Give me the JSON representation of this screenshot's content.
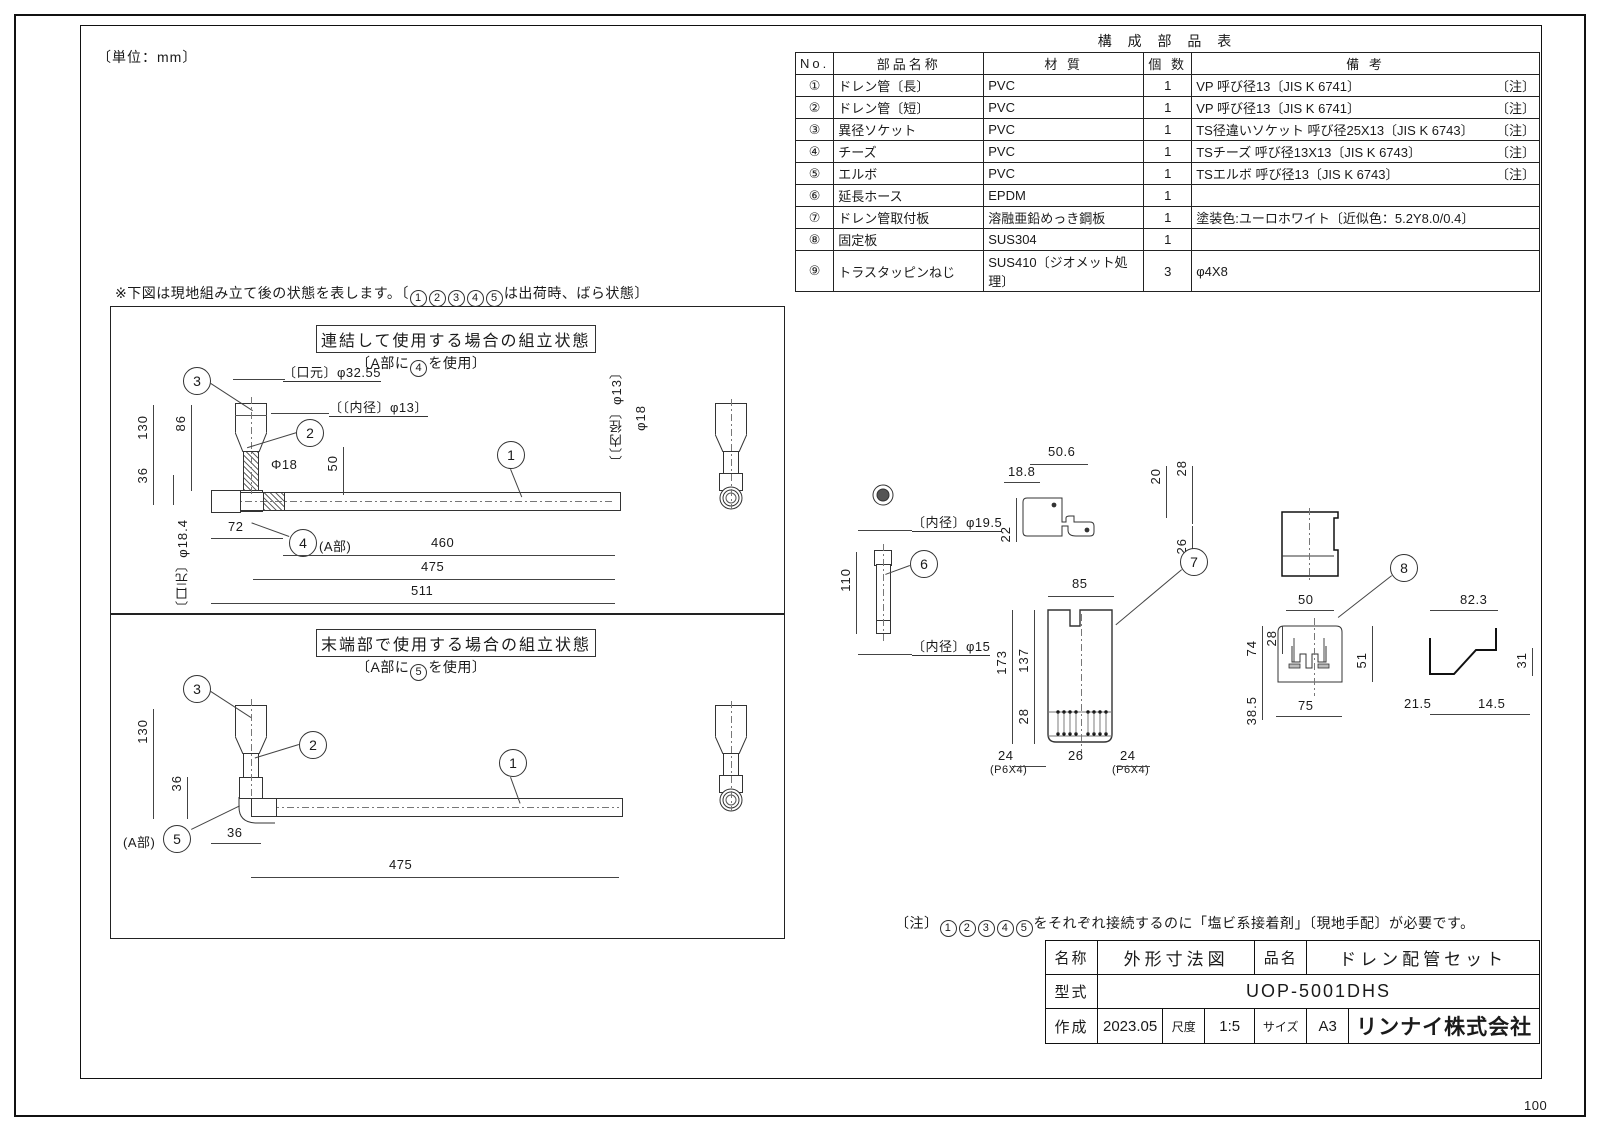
{
  "sheet": {
    "unit_note": "〔単位：mm〕",
    "page_number": "100"
  },
  "parts_table": {
    "title": "構 成 部 品 表",
    "columns": [
      "No.",
      "部品名称",
      "材  質",
      "個 数",
      "備     考"
    ],
    "rows": [
      {
        "no": "①",
        "name": "ドレン管〔長〕",
        "material": "PVC",
        "qty": "1",
        "remark": "VP 呼び径13〔JIS K 6741〕",
        "note": "〔注〕"
      },
      {
        "no": "②",
        "name": "ドレン管〔短〕",
        "material": "PVC",
        "qty": "1",
        "remark": "VP 呼び径13〔JIS K 6741〕",
        "note": "〔注〕"
      },
      {
        "no": "③",
        "name": "異径ソケット",
        "material": "PVC",
        "qty": "1",
        "remark": "TS径違いソケット 呼び径25X13〔JIS K 6743〕",
        "note": "〔注〕"
      },
      {
        "no": "④",
        "name": "チーズ",
        "material": "PVC",
        "qty": "1",
        "remark": "TSチーズ 呼び径13X13〔JIS K 6743〕",
        "note": "〔注〕"
      },
      {
        "no": "⑤",
        "name": "エルボ",
        "material": "PVC",
        "qty": "1",
        "remark": "TSエルボ 呼び径13〔JIS K 6743〕",
        "note": "〔注〕"
      },
      {
        "no": "⑥",
        "name": "延長ホース",
        "material": "EPDM",
        "qty": "1",
        "remark": "",
        "note": ""
      },
      {
        "no": "⑦",
        "name": "ドレン管取付板",
        "material": "溶融亜鉛めっき鋼板",
        "qty": "1",
        "remark": "塗装色:ユーロホワイト〔近似色：5.2Y8.0/0.4〕",
        "note": ""
      },
      {
        "no": "⑧",
        "name": "固定板",
        "material": "SUS304",
        "qty": "1",
        "remark": "",
        "note": ""
      },
      {
        "no": "⑨",
        "name": "トラスタッピンねじ",
        "material": "SUS410〔ジオメット処理〕",
        "qty": "3",
        "remark": "φ4X8",
        "note": ""
      }
    ]
  },
  "assembly_note": {
    "prefix": "※下図は現地組み立て後の状態を表します。〔",
    "circled": [
      "①",
      "②",
      "③",
      "④",
      "⑤"
    ],
    "suffix": "は出荷時、ばら状態〕"
  },
  "assembly_top": {
    "title": "連結して使用する場合の組立状態",
    "subtitle_pre": "〔A部に",
    "subtitle_num": "4",
    "subtitle_post": "を使用〕",
    "balloons": [
      "3",
      "2",
      "1",
      "4"
    ],
    "a_part_label": "(A部)",
    "dims": {
      "mouth_dia": "〔口元〕φ32.55",
      "inner_dia_13": "〔〔内径〕φ13〕",
      "h130": "130",
      "h86": "86",
      "h36": "36",
      "d18": "Φ18",
      "v50": "50",
      "w72": "72",
      "mouth_184": "〔口元〕φ18.4",
      "len460": "460",
      "len475": "475",
      "len511": "511",
      "right_inner13": "〔〔内径〕φ13〕",
      "right_d18": "φ18"
    }
  },
  "assembly_bottom": {
    "title": "末端部で使用する場合の組立状態",
    "subtitle_pre": "〔A部に",
    "subtitle_num": "5",
    "subtitle_post": "を使用〕",
    "balloons": [
      "3",
      "2",
      "1",
      "5"
    ],
    "a_part_label": "(A部)",
    "dims": {
      "h130": "130",
      "h36": "36",
      "w36": "36",
      "len475": "475"
    }
  },
  "detail_hose": {
    "balloon": "6",
    "dims": {
      "inner_195": "〔内径〕φ19.5",
      "len110": "110",
      "inner_15": "〔内径〕φ15"
    }
  },
  "detail_plate": {
    "balloon": "7",
    "dims": {
      "d506": "50.6",
      "d188": "18.8",
      "d22": "22",
      "d20": "20",
      "d28t": "28",
      "d26r": "26",
      "w85": "85",
      "h173": "173",
      "h137": "137",
      "h28": "28",
      "b24l": "24",
      "b24l_sub": "(P6X4)",
      "b26": "26",
      "b24r": "24",
      "b24r_sub": "(P6X4)"
    }
  },
  "detail_bracket": {
    "balloon": "8",
    "dims": {
      "w50": "50",
      "w75": "75",
      "h74": "74",
      "h28": "28",
      "h51": "51",
      "h385": "38.5",
      "w823": "82.3",
      "h31": "31",
      "w215": "21.5",
      "w145": "14.5"
    }
  },
  "footer_note": {
    "prefix": "〔注〕",
    "circled": [
      "①",
      "②",
      "③",
      "④",
      "⑤"
    ],
    "text": "をそれぞれ接続するのに「塩ビ系接着剤」〔現地手配〕が必要です。"
  },
  "title_block": {
    "label_name": "名称",
    "value_name": "外形寸法図",
    "label_product": "品名",
    "value_product": "ドレン配管セット",
    "label_model": "型式",
    "value_model": "UOP-5001DHS",
    "label_date": "作成",
    "value_date": "2023.05",
    "label_scale": "尺度",
    "value_scale": "1:5",
    "label_size": "サイズ",
    "value_size": "A3",
    "company": "リンナイ株式会社"
  }
}
